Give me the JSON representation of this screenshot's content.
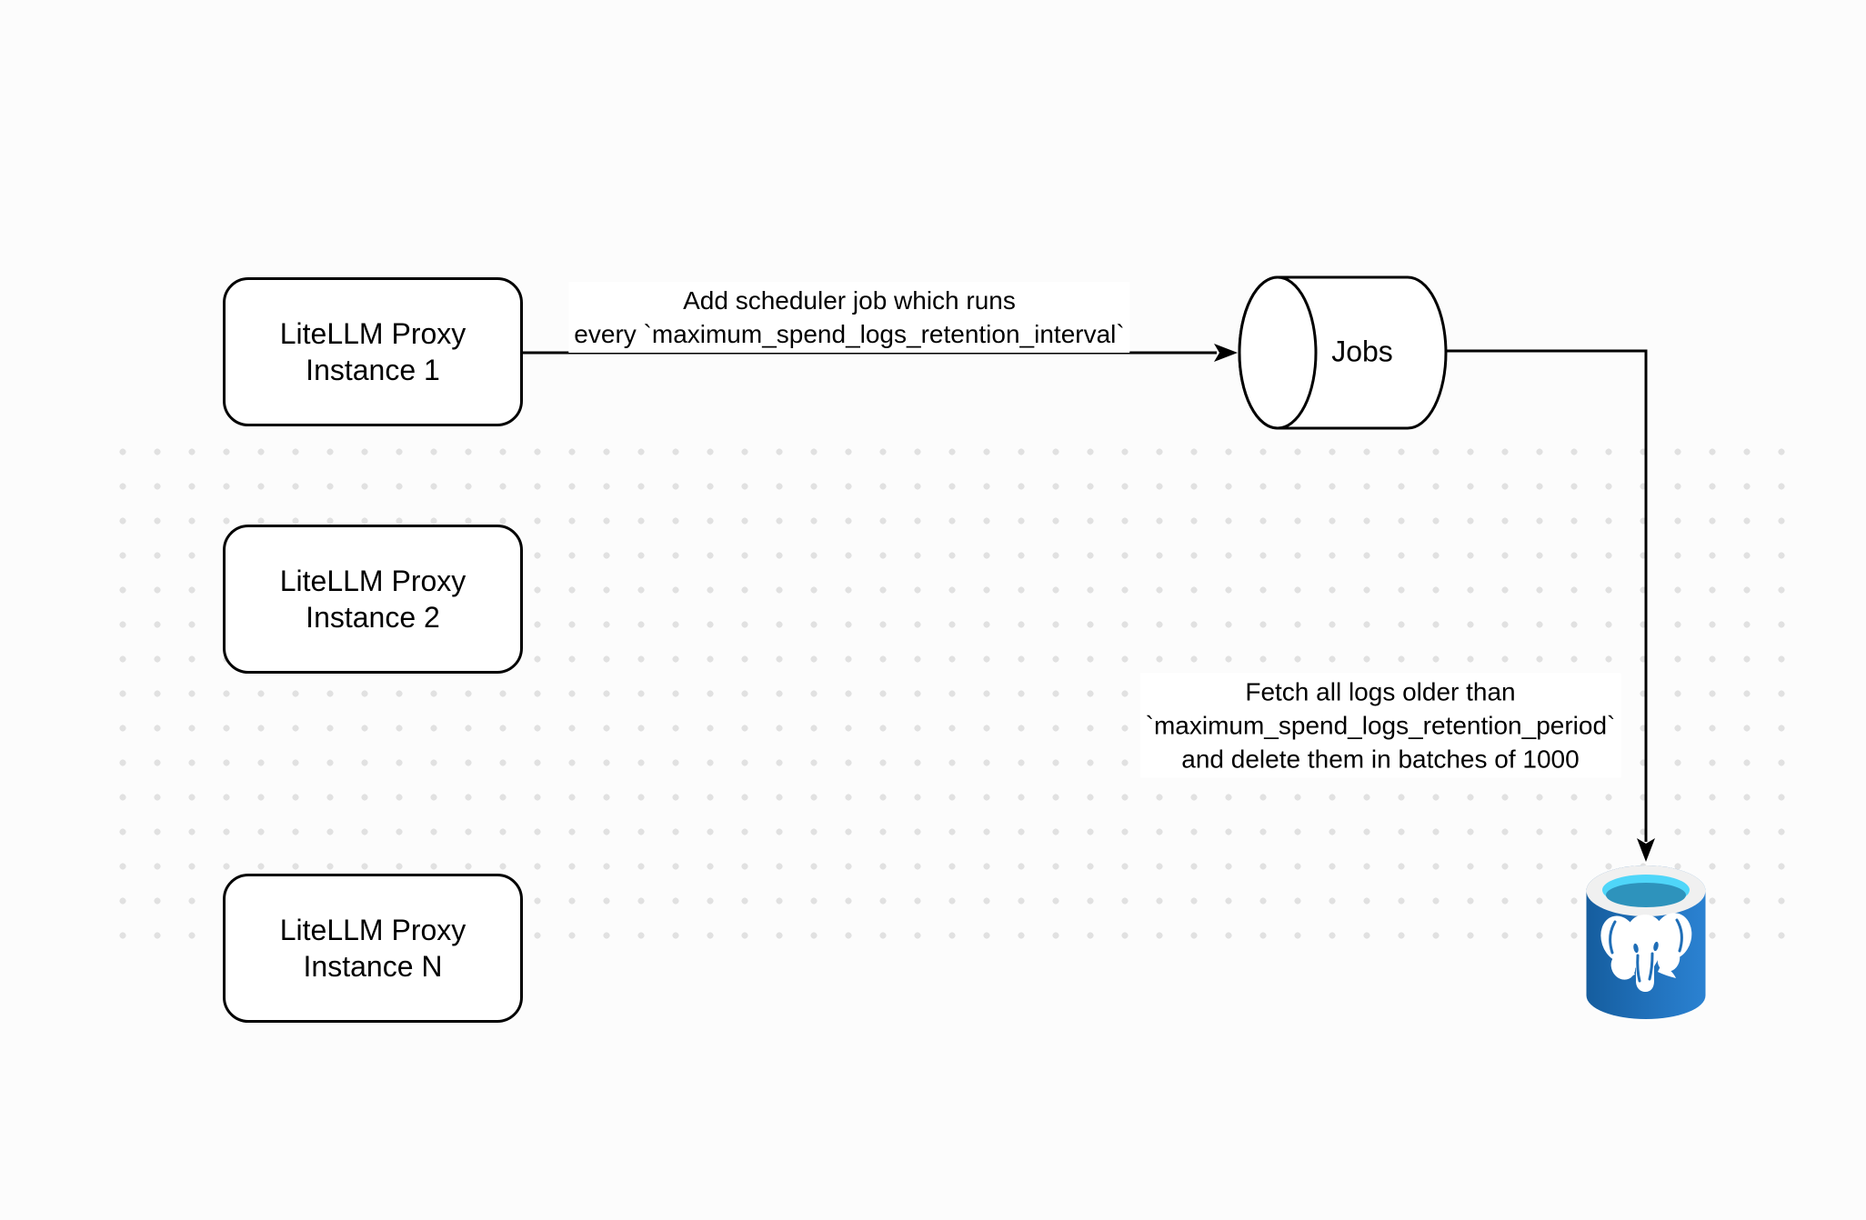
{
  "diagram": {
    "background_color": "#fcfcfc",
    "dot_color": "#e1e1e1",
    "stroke_color": "#000000",
    "nodes": {
      "proxy1": {
        "label": "LiteLLM Proxy\nInstance 1"
      },
      "proxy2": {
        "label": "LiteLLM Proxy\nInstance 2"
      },
      "proxyN": {
        "label": "LiteLLM Proxy\nInstance N"
      },
      "jobs": {
        "label": "Jobs",
        "shape": "horizontal-cylinder-queue"
      },
      "postgres": {
        "icon": "postgresql-elephant-database-icon",
        "body_color": "#1f6eb7",
        "body_color_light": "#2b82d2",
        "rim_color": "#f0f0f0",
        "water_top_color": "#4fd6f9",
        "water_bottom_color": "#2e93bc",
        "elephant_color": "#ffffff"
      }
    },
    "edges": {
      "add_job": {
        "label": "Add scheduler job which runs\nevery `maximum_spend_logs_retention_interval`"
      },
      "fetch_logs": {
        "label": "Fetch all logs older than\n`maximum_spend_logs_retention_period`\nand delete them in batches of 1000"
      }
    }
  }
}
